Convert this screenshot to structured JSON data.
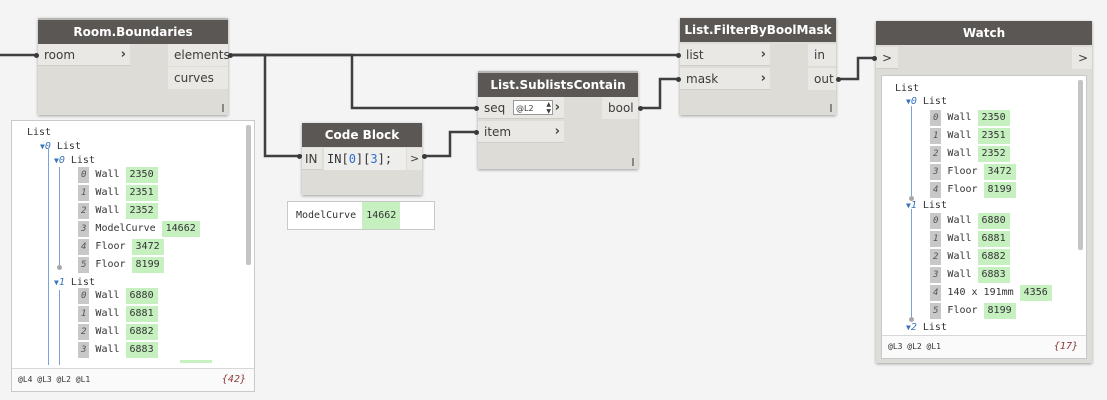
{
  "nodes": {
    "room_boundaries": {
      "title": "Room.Boundaries",
      "input": "room",
      "outputs": [
        "elements",
        "curves"
      ]
    },
    "code_block": {
      "title": "Code Block",
      "input": "IN",
      "code_prefix": "IN[",
      "code_i0": "0",
      "code_mid": "][",
      "code_i1": "3",
      "code_suffix": "];",
      "output": ">"
    },
    "sublists_contain": {
      "title": "List.SublistsContain",
      "inputs": [
        "seq",
        "item"
      ],
      "lacing": "@L2",
      "output": "bool"
    },
    "filter_by_bool_mask": {
      "title": "List.FilterByBoolMask",
      "inputs": [
        "list",
        "mask"
      ],
      "outputs": [
        "in",
        "out"
      ]
    },
    "watch": {
      "title": "Watch",
      "input": ">",
      "output": ">"
    }
  },
  "code_block_preview": {
    "type": "ModelCurve",
    "value": "14662"
  },
  "room_preview": {
    "root": "List",
    "l0": "List",
    "l00": "List",
    "l00_items": [
      {
        "i": "0",
        "t": "Wall",
        "v": "2350"
      },
      {
        "i": "1",
        "t": "Wall",
        "v": "2351"
      },
      {
        "i": "2",
        "t": "Wall",
        "v": "2352"
      },
      {
        "i": "3",
        "t": "ModelCurve",
        "v": "14662"
      },
      {
        "i": "4",
        "t": "Floor",
        "v": "3472"
      },
      {
        "i": "5",
        "t": "Floor",
        "v": "8199"
      }
    ],
    "l01": "List",
    "l01_items": [
      {
        "i": "0",
        "t": "Wall",
        "v": "6880"
      },
      {
        "i": "1",
        "t": "Wall",
        "v": "6881"
      },
      {
        "i": "2",
        "t": "Wall",
        "v": "6882"
      },
      {
        "i": "3",
        "t": "Wall",
        "v": "6883"
      }
    ],
    "levels": "@L4 @L3 @L2 @L1",
    "count": "{42}"
  },
  "watch_preview": {
    "root": "List",
    "l0": "List",
    "l0_items": [
      {
        "i": "0",
        "t": "Wall",
        "v": "2350"
      },
      {
        "i": "1",
        "t": "Wall",
        "v": "2351"
      },
      {
        "i": "2",
        "t": "Wall",
        "v": "2352"
      },
      {
        "i": "3",
        "t": "Floor",
        "v": "3472"
      },
      {
        "i": "4",
        "t": "Floor",
        "v": "8199"
      }
    ],
    "l1": "List",
    "l1_items": [
      {
        "i": "0",
        "t": "Wall",
        "v": "6880"
      },
      {
        "i": "1",
        "t": "Wall",
        "v": "6881"
      },
      {
        "i": "2",
        "t": "Wall",
        "v": "6882"
      },
      {
        "i": "3",
        "t": "Wall",
        "v": "6883"
      },
      {
        "i": "4",
        "t": "140 x 191mm",
        "v": "4356"
      },
      {
        "i": "5",
        "t": "Floor",
        "v": "8199"
      }
    ],
    "l2": "List",
    "levels": "@L3 @L2 @L1",
    "count": "{17}"
  },
  "colors": {
    "canvas": "#f4f4f4",
    "header": "#5a5755",
    "node_body": "#dedcd6",
    "value_bg": "#c6f0c0",
    "index_bg": "#c8c8c8"
  }
}
